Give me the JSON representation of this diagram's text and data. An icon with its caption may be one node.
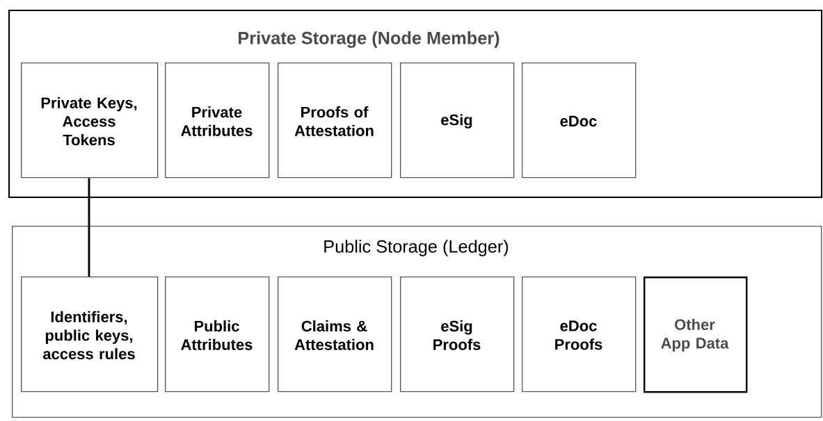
{
  "diagram": {
    "nodes": [
      {
        "text": [
          "Private Storage (Node Member)"
        ]
      },
      {
        "text": [
          "Private Keys, Access Tokens"
        ],
        "in": 0
      },
      {
        "text": [
          "Private Attributes"
        ],
        "in": 0
      },
      {
        "text": [
          "Proofs of Attestation"
        ],
        "in": 0
      },
      {
        "text": [
          "eSig"
        ],
        "in": 0
      },
      {
        "text": [
          "eDoc"
        ],
        "in": 0
      },
      {
        "text": [
          "Public Storage (Ledger)"
        ]
      },
      {
        "text": [
          "Identifiers, public keys, access rules"
        ],
        "in": 6
      },
      {
        "text": [
          "Public Attributes"
        ],
        "in": 6
      },
      {
        "text": [
          "Claims & Attestation"
        ],
        "in": 6
      },
      {
        "text": [
          "eSig Proofs"
        ],
        "in": 6
      },
      {
        "text": [
          "eDoc Proofs"
        ],
        "in": 6
      },
      {
        "text": [
          "Other App Data"
        ],
        "in": 6
      }
    ],
    "edges": [
      {
        "from": 1,
        "to": 7,
        "arrow": "none"
      }
    ]
  }
}
